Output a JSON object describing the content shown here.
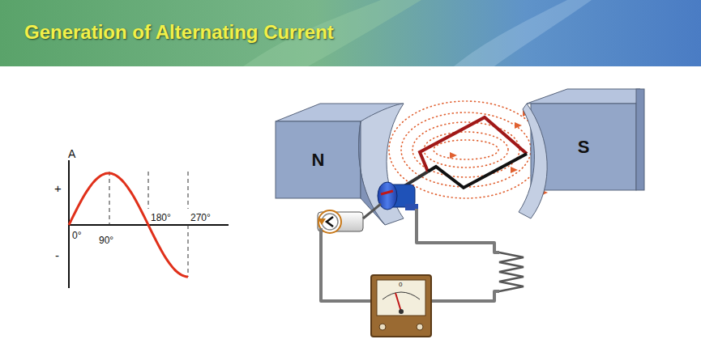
{
  "diagram": {
    "title": "Generation of Alternating Current",
    "nodes": [
      {
        "text": [
          "N"
        ]
      },
      {
        "text": [
          "S"
        ]
      }
    ],
    "labels": [
      "A",
      "+",
      "-",
      "0°",
      "90°",
      "180°",
      "270°",
      "0"
    ]
  }
}
